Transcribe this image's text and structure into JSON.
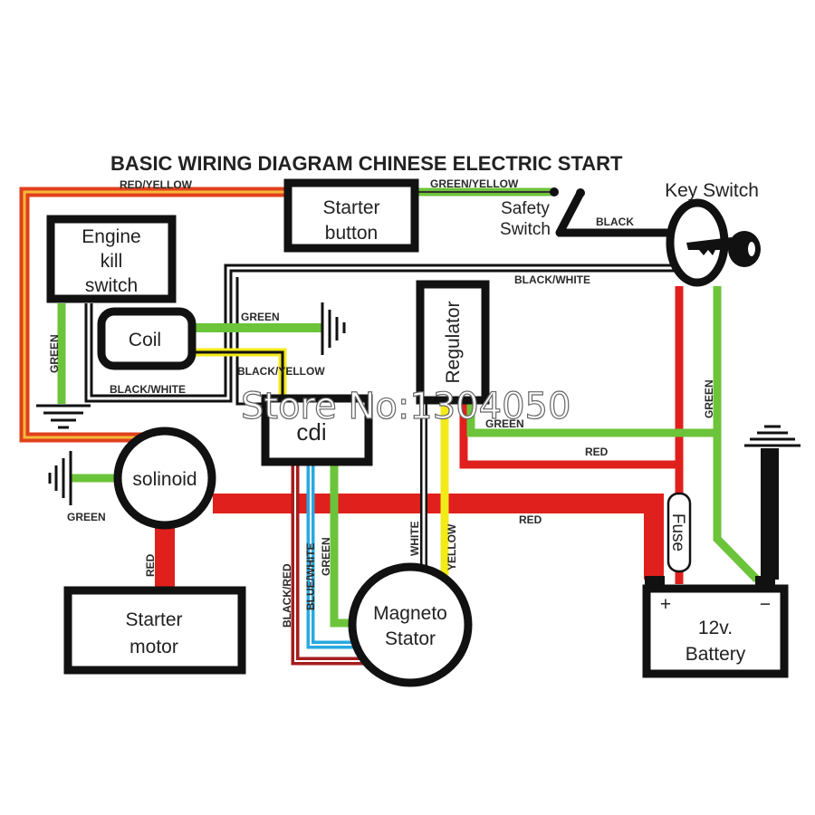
{
  "title": "BASIC WIRING DIAGRAM CHINESE ELECTRIC START",
  "watermark": "Store No:1304050",
  "colors": {
    "red": "#e0201c",
    "green": "#6cc43a",
    "yellow": "#f3ea1a",
    "orange": "#f08a1c",
    "blue": "#29a8e0",
    "dark_red": "#a51d1d",
    "black": "#111111"
  },
  "components": {
    "starter_button": [
      "Starter",
      "button"
    ],
    "engine_kill_switch": [
      "Engine",
      "kill",
      "switch"
    ],
    "coil": "Coil",
    "cdi": "cdi",
    "regulator": "Regulator",
    "solinoid": "solinoid",
    "starter_motor": [
      "Starter",
      "motor"
    ],
    "magneto_stator": [
      "Magneto",
      "Stator"
    ],
    "battery": [
      "12v.",
      "Battery"
    ],
    "battery_plus": "+",
    "battery_minus": "−",
    "fuse": "Fuse",
    "safety_switch": [
      "Safety",
      "Switch"
    ],
    "key_switch": "Key Switch"
  },
  "wire_labels": {
    "red_yellow": "RED/YELLOW",
    "green_yellow": "GREEN/YELLOW",
    "black": "BLACK",
    "black_white_top": "BLACK/WHITE",
    "green_kill": "GREEN",
    "green_coil": "GREEN",
    "black_yellow": "BLACK/YELLOW",
    "black_white_bottom": "BLACK/WHITE",
    "green_regulator": "GREEN",
    "red_regulator": "RED",
    "green_key": "GREEN",
    "green_solinoid": "GREEN",
    "red_main": "RED",
    "red_starter": "RED",
    "black_red": "BLACK/RED",
    "blue_white": "BLUE/WHITE",
    "green_stator": "GREEN",
    "white": "WHITE",
    "yellow": "YELLOW"
  }
}
